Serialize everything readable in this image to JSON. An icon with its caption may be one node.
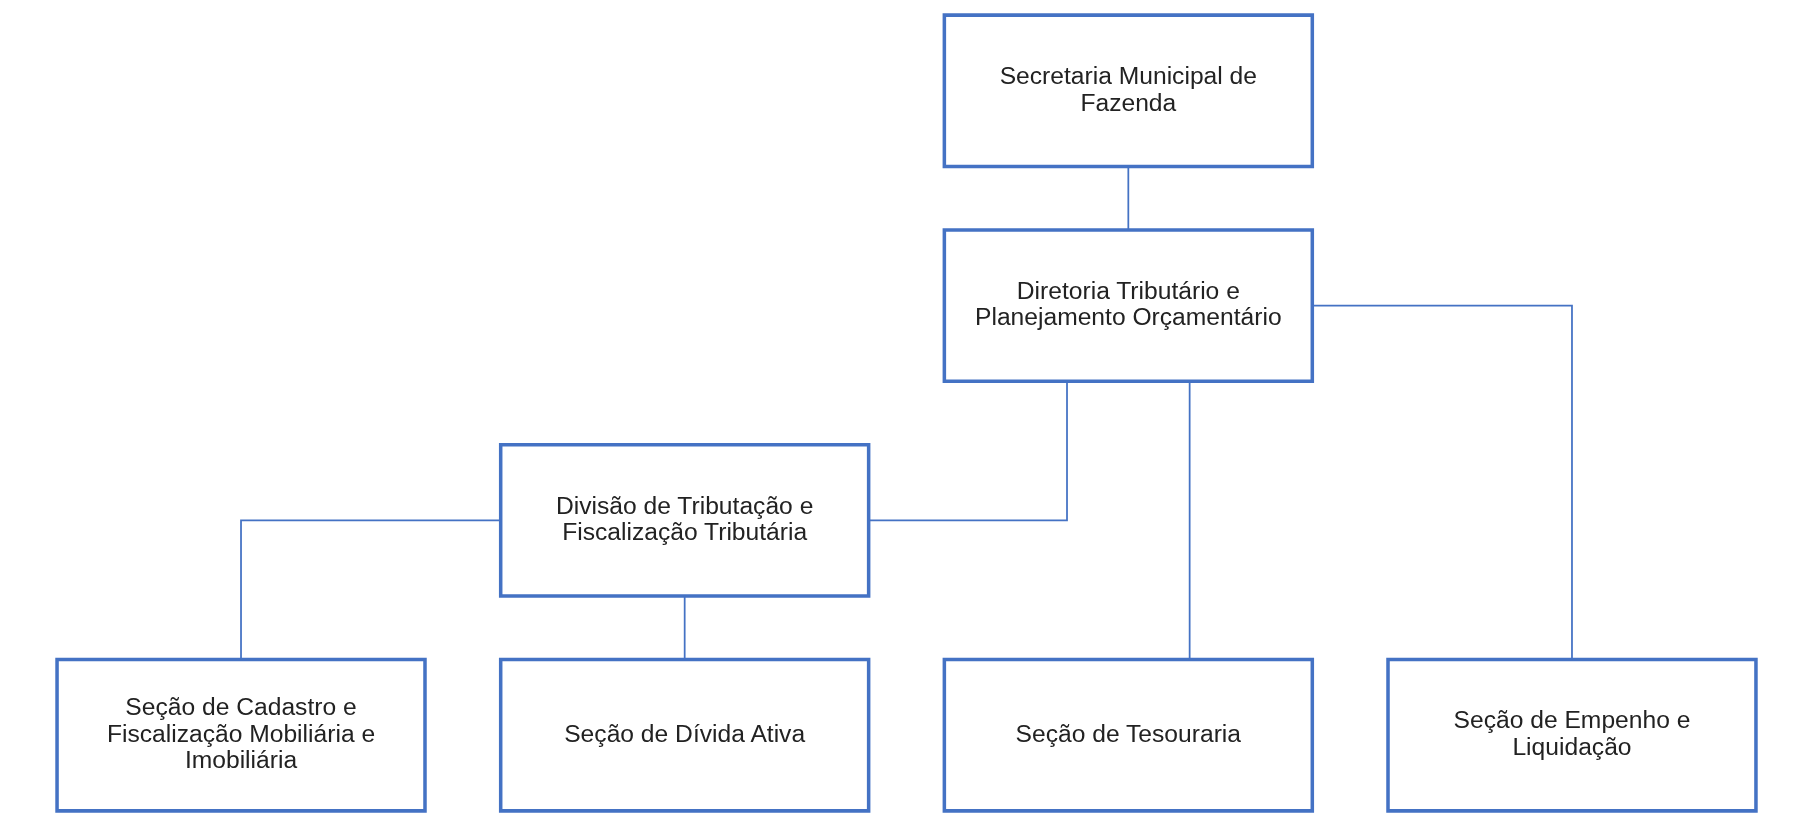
{
  "diagram": {
    "nodes": [
      {
        "text": [
          "Secretaria Municipal de Fazenda"
        ]
      },
      {
        "text": [
          "Diretoria Tributário e Planejamento Orçamentário"
        ]
      },
      {
        "text": [
          "Divisão de Tributação e Fiscalização Tributária"
        ]
      },
      {
        "text": [
          "Seção de Tesouraria"
        ]
      },
      {
        "text": [
          "Seção de Empenho e Liquidação"
        ]
      },
      {
        "text": [
          "Seção de Cadastro e Fiscalização Mobiliária e Imobiliária"
        ]
      },
      {
        "text": [
          "Seção de Dívida Ativa"
        ]
      }
    ],
    "edges": [
      {
        "from": 0,
        "to": 1,
        "arrow": "none"
      },
      {
        "from": 1,
        "to": 2,
        "arrow": "none"
      },
      {
        "from": 1,
        "to": 3,
        "arrow": "none"
      },
      {
        "from": 1,
        "to": 4,
        "arrow": "none"
      },
      {
        "from": 2,
        "to": 5,
        "arrow": "none"
      },
      {
        "from": 2,
        "to": 6,
        "arrow": "none"
      }
    ]
  }
}
